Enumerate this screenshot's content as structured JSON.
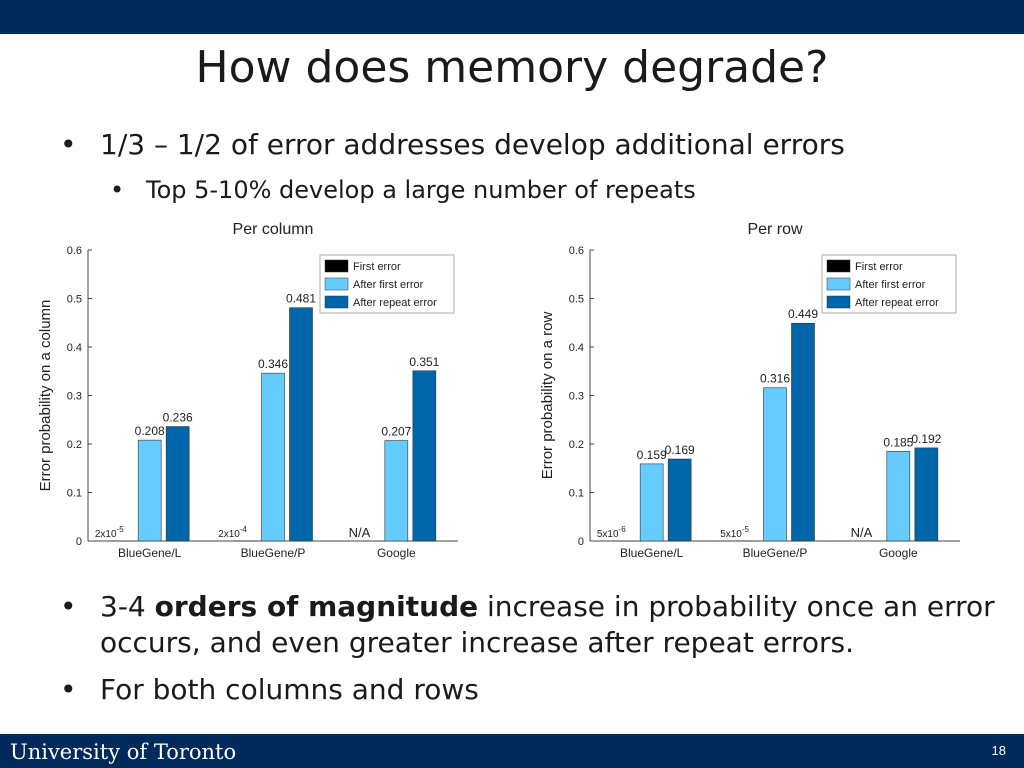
{
  "slide": {
    "title": "How does memory degrade?",
    "bullet1": "1/3 – 1/2 of error addresses develop additional errors",
    "bullet2": "Top 5-10% develop a large number of repeats",
    "bullet3_pre": "3-4 ",
    "bullet3_bold": "orders of magnitude",
    "bullet3_post": " increase in probability once an error occurs, and even greater increase after repeat errors.",
    "bullet4": "For both columns and rows",
    "footer": "University of Toronto",
    "page_number": "18",
    "bullet_char": "•"
  },
  "chart_data": [
    {
      "type": "bar",
      "title": "Per column",
      "ylabel": "Error probability on a column",
      "xlabel": "",
      "categories": [
        "BlueGene/L",
        "BlueGene/P",
        "Google"
      ],
      "ylim": [
        0,
        0.6
      ],
      "yticks": [
        "0",
        "0.1",
        "0.2",
        "0.3",
        "0.4",
        "0.5",
        "0.6"
      ],
      "series": [
        {
          "name": "First error",
          "color": "#000000",
          "values": [
            2e-05,
            0.0002,
            null
          ],
          "labels": [
            {
              "base": "2x10",
              "exp": "-5"
            },
            {
              "base": "2x10",
              "exp": "-4"
            },
            {
              "base": "N/A",
              "exp": ""
            }
          ]
        },
        {
          "name": "After first error",
          "color": "#66ccff",
          "values": [
            0.208,
            0.346,
            0.207
          ],
          "labels": [
            "0.208",
            "0.346",
            "0.207"
          ]
        },
        {
          "name": "After repeat error",
          "color": "#0066aa",
          "values": [
            0.236,
            0.481,
            0.351
          ],
          "labels": [
            "0.236",
            "0.481",
            "0.351"
          ]
        }
      ],
      "legend": "top-right",
      "grid": false
    },
    {
      "type": "bar",
      "title": "Per row",
      "ylabel": "Error probability on a row",
      "xlabel": "",
      "categories": [
        "BlueGene/L",
        "BlueGene/P",
        "Google"
      ],
      "ylim": [
        0,
        0.6
      ],
      "yticks": [
        "0",
        "0.1",
        "0.2",
        "0.3",
        "0.4",
        "0.5",
        "0.6"
      ],
      "series": [
        {
          "name": "First error",
          "color": "#000000",
          "values": [
            5e-06,
            5e-05,
            null
          ],
          "labels": [
            {
              "base": "5x10",
              "exp": "-6"
            },
            {
              "base": "5x10",
              "exp": "-5"
            },
            {
              "base": "N/A",
              "exp": ""
            }
          ]
        },
        {
          "name": "After first error",
          "color": "#66ccff",
          "values": [
            0.159,
            0.316,
            0.185
          ],
          "labels": [
            "0.159",
            "0.316",
            "0.185"
          ]
        },
        {
          "name": "After repeat error",
          "color": "#0066aa",
          "values": [
            0.169,
            0.449,
            0.192
          ],
          "labels": [
            "0.169",
            "0.449",
            "0.192"
          ]
        }
      ],
      "legend": "top-right",
      "grid": false
    }
  ]
}
